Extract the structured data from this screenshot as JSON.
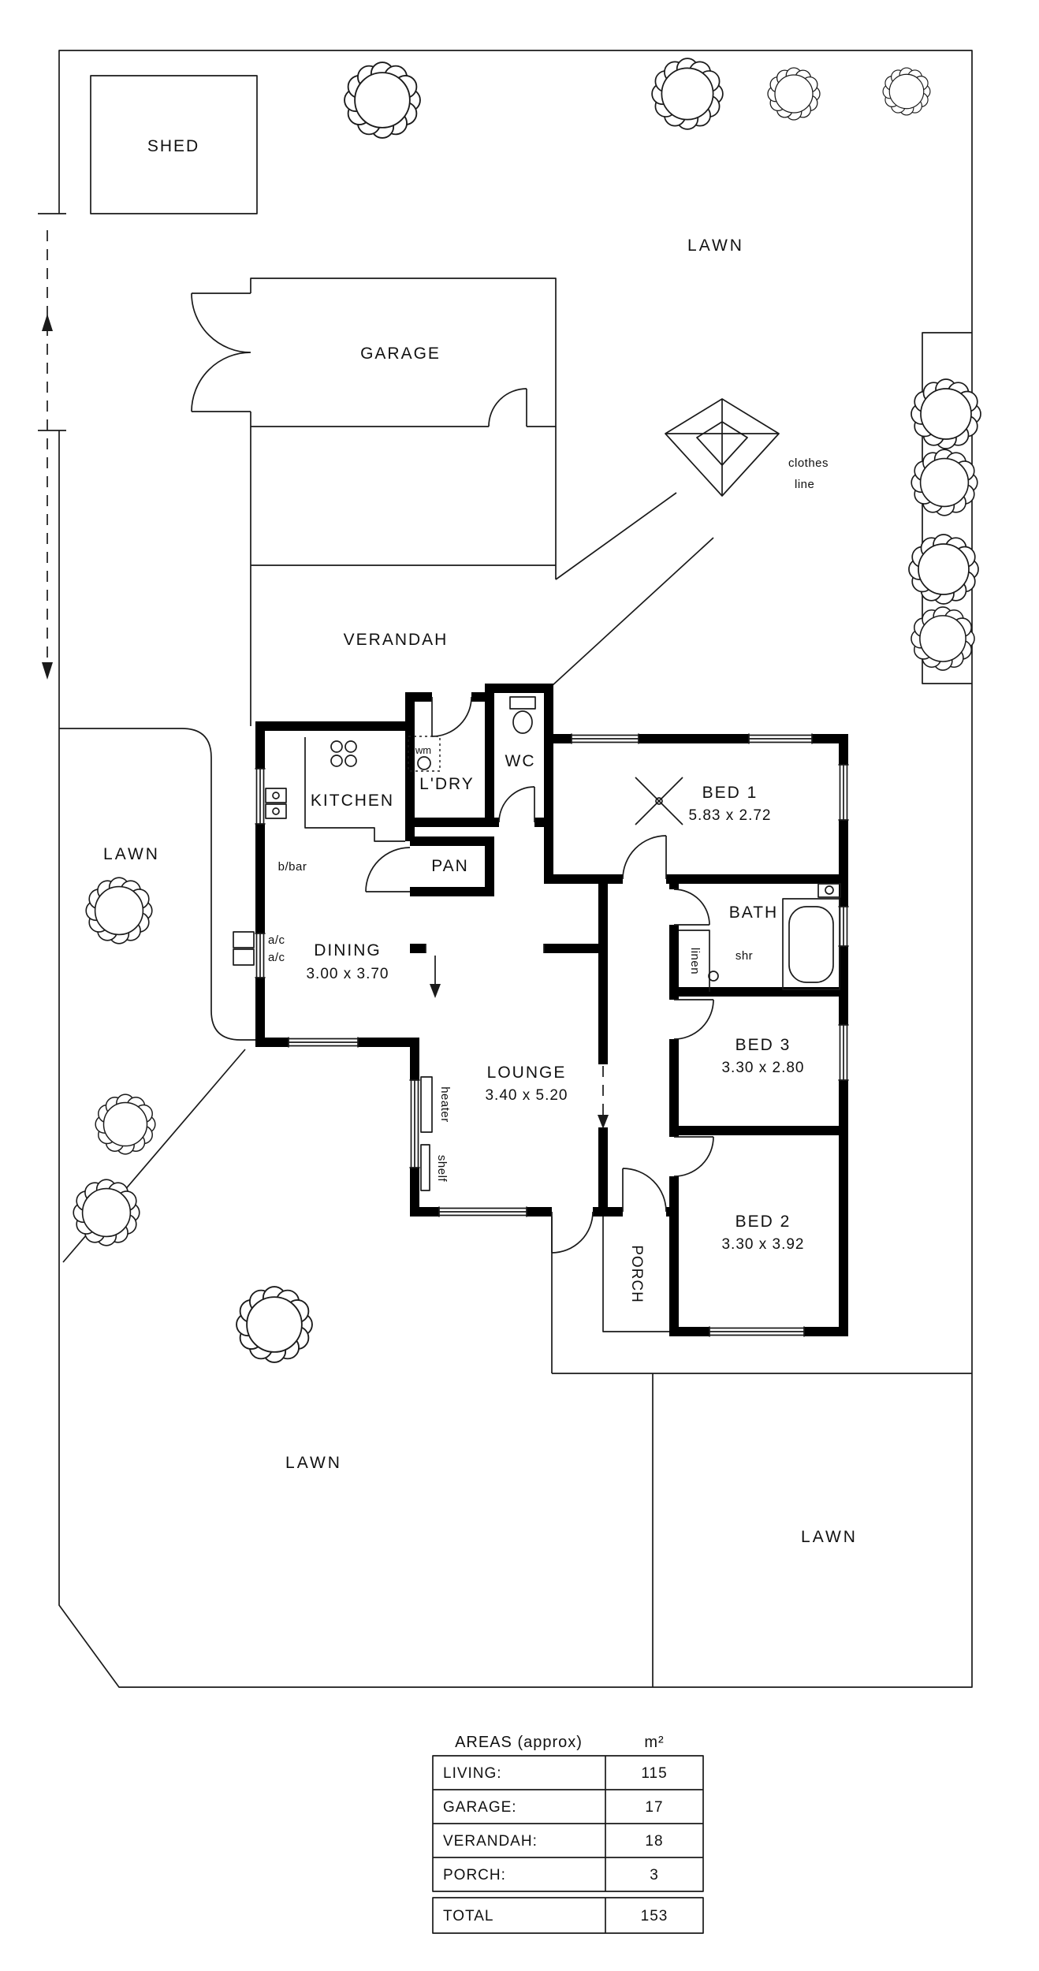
{
  "site": {
    "shed_label": "SHED",
    "garage_label": "GARAGE",
    "verandah_label": "VERANDAH",
    "lawn_top_right": "LAWN",
    "lawn_mid_left": "LAWN",
    "lawn_bottom_left": "LAWN",
    "lawn_bottom_right": "LAWN",
    "clothes_line_label_1": "clothes",
    "clothes_line_label_2": "line"
  },
  "rooms": {
    "kitchen": "KITCHEN",
    "breakfast_bar": "b/bar",
    "laundry": "L'DRY",
    "washing_machine": "wm",
    "wc": "WC",
    "pantry": "PAN",
    "bed1_name": "BED 1",
    "bed1_dims": "5.83 x 2.72",
    "bath": "BATH",
    "shower": "shr",
    "linen": "linen",
    "dining_name": "DINING",
    "dining_dims": "3.00 x 3.70",
    "ac_1": "a/c",
    "ac_2": "a/c",
    "lounge_name": "LOUNGE",
    "lounge_dims": "3.40 x 5.20",
    "heater": "heater",
    "shelf": "shelf",
    "bed3_name": "BED 3",
    "bed3_dims": "3.30 x 2.80",
    "bed2_name": "BED 2",
    "bed2_dims": "3.30 x 3.92",
    "porch": "PORCH"
  },
  "areas_table": {
    "title": "AREAS (approx)",
    "unit": "m²",
    "rows": [
      {
        "label": "LIVING:",
        "value": "115"
      },
      {
        "label": "GARAGE:",
        "value": "17"
      },
      {
        "label": "VERANDAH:",
        "value": "18"
      },
      {
        "label": "PORCH:",
        "value": "3"
      }
    ],
    "total_label": "TOTAL",
    "total_value": "153"
  },
  "colors": {
    "ink": "#111111",
    "paper": "#ffffff"
  }
}
